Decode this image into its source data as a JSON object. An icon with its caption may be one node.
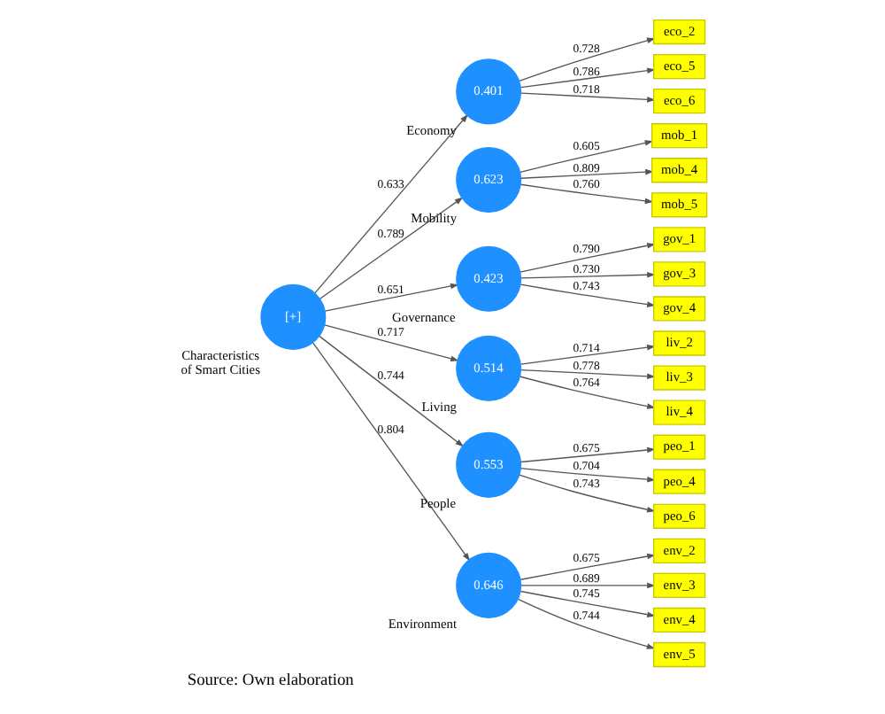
{
  "diagram": {
    "caption": "Source: Own elaboration",
    "nodes": [
      {
        "text": [
          "eco_2"
        ]
      },
      {
        "text": [
          "eco_5"
        ]
      },
      {
        "text": [
          "eco_6"
        ]
      },
      {
        "text": [
          "0.401"
        ],
        "beside": [
          "Economy"
        ]
      },
      {
        "text": [
          "mob_1"
        ]
      },
      {
        "text": [
          "mob_4"
        ]
      },
      {
        "text": [
          "mob_5"
        ]
      },
      {
        "text": [
          "0.623"
        ],
        "beside": [
          "Mobility"
        ]
      },
      {
        "text": [
          "0.423"
        ],
        "beside": [
          "Governance"
        ]
      },
      {
        "text": [
          "gov_1"
        ]
      },
      {
        "text": [
          "gov_3"
        ]
      },
      {
        "text": [
          "gov_4"
        ]
      },
      {
        "text": [
          "[+]"
        ],
        "beside": [
          "Characteristics of Smart Cities"
        ]
      },
      {
        "text": [
          "0.514"
        ],
        "beside": [
          "Living"
        ]
      },
      {
        "text": [
          "liv_2"
        ]
      },
      {
        "text": [
          "liv_3"
        ]
      },
      {
        "text": [
          "liv_4"
        ]
      },
      {
        "text": [
          "0.553"
        ],
        "beside": [
          "People"
        ]
      },
      {
        "text": [
          "peo_1"
        ]
      },
      {
        "text": [
          "peo_4"
        ]
      },
      {
        "text": [
          "peo_6"
        ]
      },
      {
        "text": [
          "0.646"
        ],
        "beside": [
          "Environment"
        ]
      },
      {
        "text": [
          "env_2"
        ]
      },
      {
        "text": [
          "env_3"
        ]
      },
      {
        "text": [
          "env_4"
        ]
      },
      {
        "text": [
          "env_5"
        ]
      }
    ],
    "edges": [
      {
        "from": 12,
        "to": 3,
        "arrow": "to",
        "label": "0.633"
      },
      {
        "from": 12,
        "to": 7,
        "arrow": "to",
        "label": "0.789"
      },
      {
        "from": 12,
        "to": 8,
        "arrow": "to",
        "label": "0.651"
      },
      {
        "from": 12,
        "to": 13,
        "arrow": "to",
        "label": "0.717"
      },
      {
        "from": 12,
        "to": 17,
        "arrow": "to",
        "label": "0.744"
      },
      {
        "from": 12,
        "to": 21,
        "arrow": "to",
        "label": "0.804"
      },
      {
        "from": 3,
        "to": 0,
        "arrow": "to",
        "label": "0.728"
      },
      {
        "from": 3,
        "to": 1,
        "arrow": "to",
        "label": "0.786"
      },
      {
        "from": 3,
        "to": 2,
        "arrow": "to",
        "label": "0.718"
      },
      {
        "from": 7,
        "to": 4,
        "arrow": "to",
        "label": "0.605"
      },
      {
        "from": 7,
        "to": 5,
        "arrow": "to",
        "label": "0.809"
      },
      {
        "from": 7,
        "to": 6,
        "arrow": "to",
        "label": "0.760"
      },
      {
        "from": 8,
        "to": 9,
        "arrow": "to",
        "label": "0.790"
      },
      {
        "from": 8,
        "to": 10,
        "arrow": "to",
        "label": "0.730"
      },
      {
        "from": 8,
        "to": 11,
        "arrow": "to",
        "label": "0.743"
      },
      {
        "from": 13,
        "to": 14,
        "arrow": "to",
        "label": "0.714"
      },
      {
        "from": 13,
        "to": 15,
        "arrow": "to",
        "label": "0.778"
      },
      {
        "from": 13,
        "to": 16,
        "arrow": "to",
        "label": "0.764"
      },
      {
        "from": 17,
        "to": 18,
        "arrow": "to",
        "label": "0.675"
      },
      {
        "from": 17,
        "to": 19,
        "arrow": "to",
        "label": "0.704"
      },
      {
        "from": 17,
        "to": 20,
        "arrow": "to",
        "label": "0.743"
      },
      {
        "from": 21,
        "to": 22,
        "arrow": "to",
        "label": "0.675"
      },
      {
        "from": 21,
        "to": 23,
        "arrow": "to",
        "label": "0.689"
      },
      {
        "from": 21,
        "to": 24,
        "arrow": "to",
        "label": "0.745"
      },
      {
        "from": 21,
        "to": 25,
        "arrow": "to",
        "label": "0.744"
      }
    ]
  }
}
